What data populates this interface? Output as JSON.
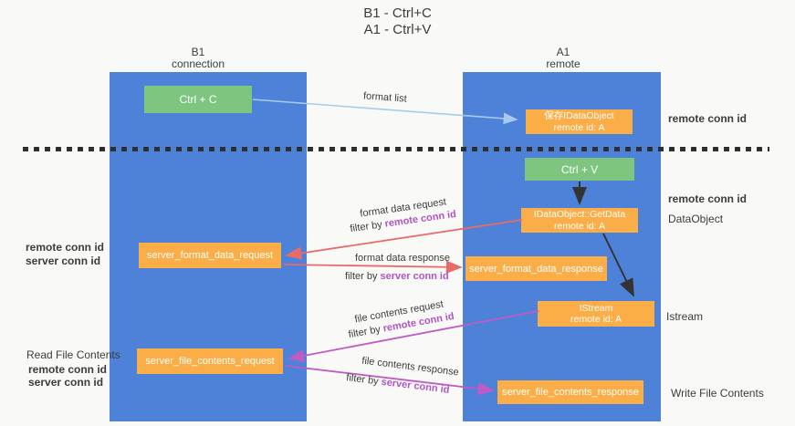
{
  "title": {
    "line1": "B1 - Ctrl+C",
    "line2": "A1 - Ctrl+V"
  },
  "lanes": {
    "left": {
      "name": "B1",
      "role": "connection"
    },
    "right": {
      "name": "A1",
      "role": "remote"
    }
  },
  "boxes": {
    "ctrl_c": "Ctrl + C",
    "ctrl_v": "Ctrl + V",
    "save_idataobject": {
      "line1": "保存IDataObject",
      "line2": "remote id: A"
    },
    "getdata": {
      "line1": "IDataObject::GetData",
      "line2": "remote id: A"
    },
    "istream": {
      "line1": "IStream",
      "line2": "remote id: A"
    },
    "server_format_data_request": "server_format_data_request",
    "server_format_data_response": "server_format_data_response",
    "server_file_contents_request": "server_file_contents_request",
    "server_file_contents_response": "server_file_contents_response"
  },
  "arrow_labels": {
    "format_list": "format list",
    "format_data_request": "format data request",
    "format_data_response": "format data response",
    "file_contents_request": "file contents request",
    "file_contents_response": "file contents response",
    "filter_by": "filter by ",
    "remote_conn_id": "remote conn id",
    "server_conn_id": "server conn id"
  },
  "side_labels": {
    "remote_conn_id": "remote conn id",
    "server_conn_id": "server conn id",
    "read_file_contents": "Read File Contents",
    "dataobject": "DataObject",
    "istream": "Istream",
    "write_file_contents": "Write File Contents"
  },
  "colors": {
    "lane_blue": "#4e82d8",
    "box_green": "#7ec67f",
    "box_orange": "#fbae47",
    "arrow_lightblue": "#a7ccea",
    "arrow_black": "#333333",
    "arrow_salmon": "#e96b66",
    "arrow_magenta": "#c05bc5",
    "text_purple": "#ae55c5",
    "text_green": "#5cbe6b"
  }
}
